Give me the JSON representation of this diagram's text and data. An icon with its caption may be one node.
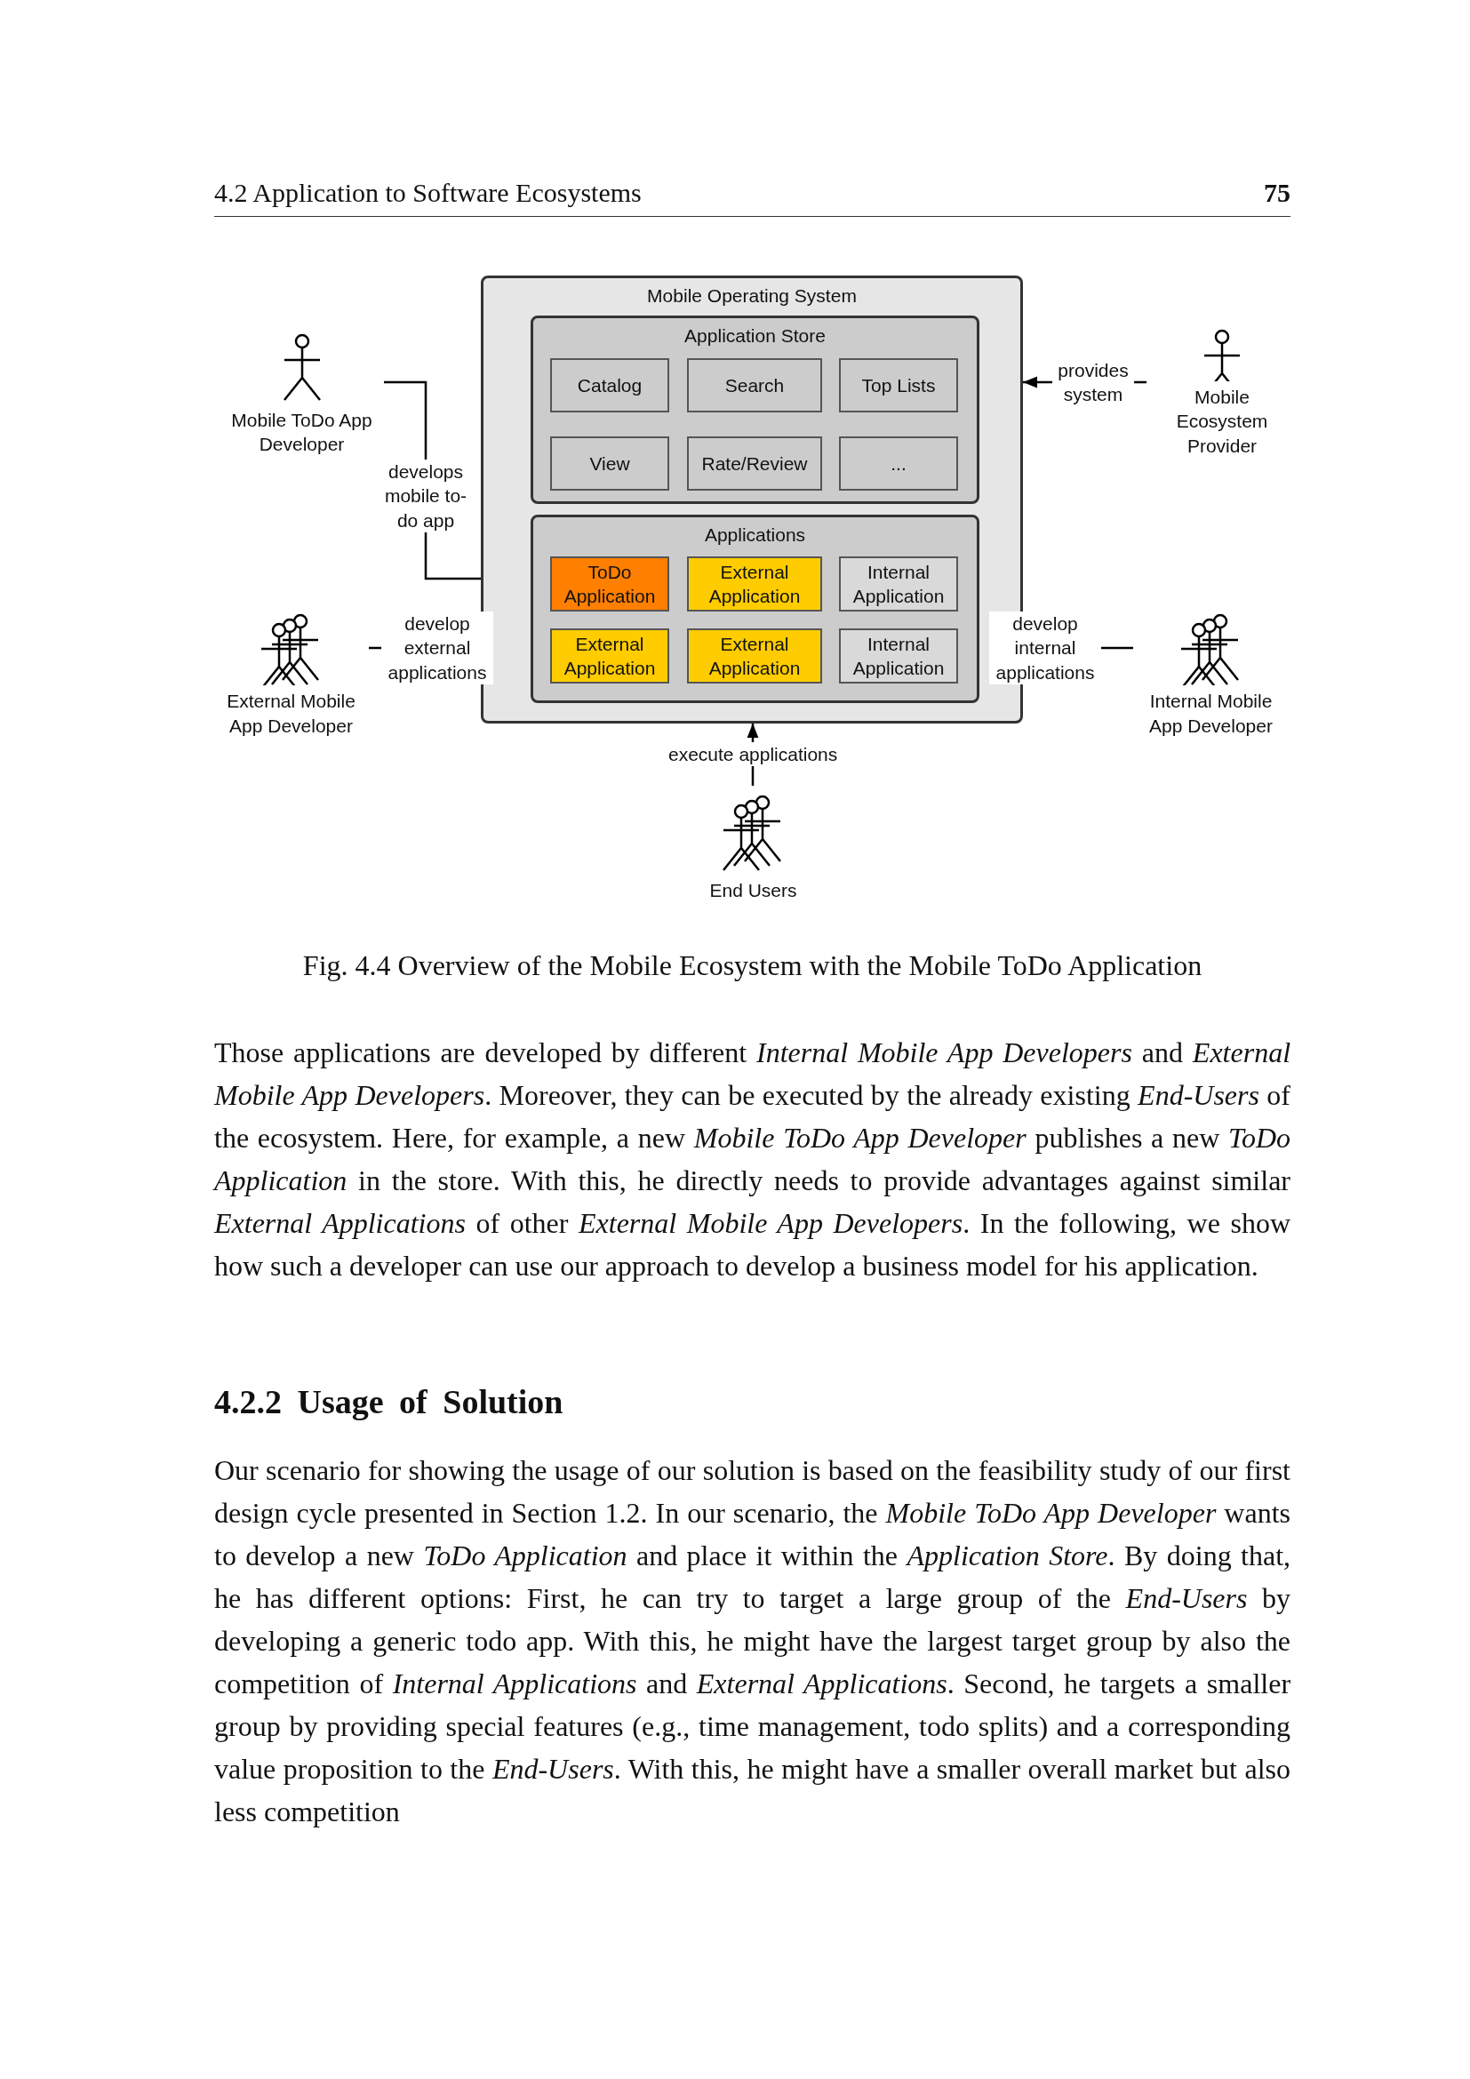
{
  "diagram": {
    "caption": "Fig. 4.4 Overview of the Mobile Ecosystem with the Mobile ToDo Application",
    "nodes": [
      {
        "text": [
          "Mobile Operating System"
        ]
      },
      {
        "text": [
          "Application Store"
        ],
        "in": 0
      },
      {
        "text": [
          "Catalog"
        ],
        "in": 1
      },
      {
        "text": [
          "Search"
        ],
        "in": 1
      },
      {
        "text": [
          "Top Lists"
        ],
        "in": 1
      },
      {
        "text": [
          "View"
        ],
        "in": 1
      },
      {
        "text": [
          "Rate/Review"
        ],
        "in": 1
      },
      {
        "text": [
          "..."
        ],
        "in": 1
      },
      {
        "text": [
          "Applications"
        ],
        "in": 0
      },
      {
        "text": [
          "ToDo Application"
        ],
        "in": 8
      },
      {
        "text": [
          "External Application"
        ],
        "in": 8
      },
      {
        "text": [
          "Internal Application"
        ],
        "in": 8
      },
      {
        "text": [
          "External Application"
        ],
        "in": 8
      },
      {
        "text": [
          "External Application"
        ],
        "in": 8
      },
      {
        "text": [
          "Internal Application"
        ],
        "in": 8
      },
      {
        "text": [
          "Mobile ToDo App Developer"
        ]
      },
      {
        "text": [
          "Mobile Ecosystem Provider"
        ]
      },
      {
        "text": [
          "External Mobile App Developer"
        ]
      },
      {
        "text": [
          "Internal Mobile App Developer"
        ]
      },
      {
        "text": [
          "End Users"
        ]
      }
    ],
    "edges": [
      {
        "from": 15,
        "to": 9,
        "arrow": "to",
        "label": "develops mobile to-do app"
      },
      {
        "from": 16,
        "to": 0,
        "arrow": "to",
        "label": "provides system"
      },
      {
        "from": 17,
        "to": 12,
        "arrow": "to",
        "label": "develop external applications"
      },
      {
        "from": 18,
        "to": 14,
        "arrow": "to",
        "label": "develop internal applications"
      },
      {
        "from": 19,
        "to": 0,
        "arrow": "to",
        "label": "execute applications"
      }
    ],
    "labels": [
      "4.2 Application to Software Ecosystems",
      "75",
      "Those applications are developed by different *Internal Mobile App Developers* and *External Mobile App Developers*. Moreover, they can be executed by the already existing *End-Users* of the ecosystem. Here, for example, a new *Mobile ToDo App Developer* publishes a new *ToDo Application* in the store. With this, he directly needs to provide advantages against similar *External Applications* of other *External Mobile App Developers*. In the following, we show how such a developer can use our approach to develop a business model for his application.",
      "4.2.2 Usage of Solution",
      "Our scenario for showing the usage of our solution is based on the feasibility study of our first design cycle presented in Section 1.2. In our scenario, the *Mobile ToDo App Developer* wants to develop a new *ToDo Application* and place it within the *Application Store*. By doing that, he has different options: First, he can try to target a large group of the *End-Users* by developing a generic todo app. With this, he might have the largest target group by also the competition of *Internal Applications* and *External Applications*. Second, he targets a smaller group by providing special features (e.g., time management, todo splits) and a corresponding value proposition to the *End-Users*. With this, he might have a smaller overall market but also less competition"
    ]
  }
}
